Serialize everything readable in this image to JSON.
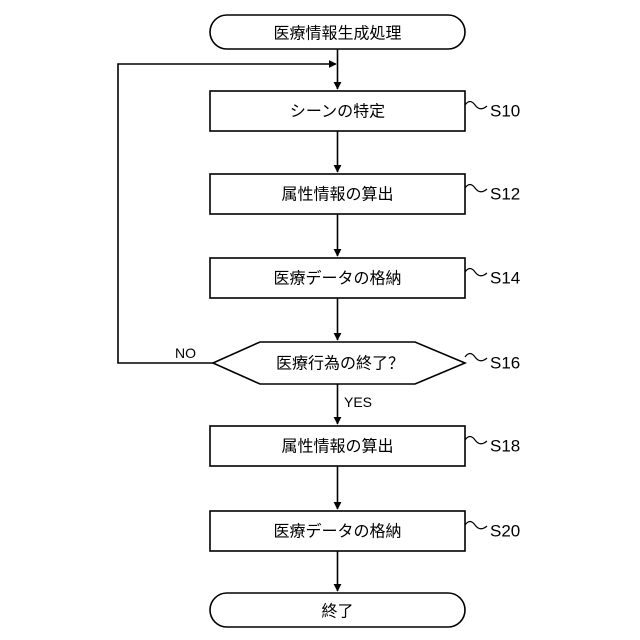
{
  "start": {
    "label": "医療情報生成処理"
  },
  "steps": [
    {
      "label": "シーンの特定",
      "id": "S10"
    },
    {
      "label": "属性情報の算出",
      "id": "S12"
    },
    {
      "label": "医療データの格納",
      "id": "S14"
    },
    {
      "label": "医療行為の終了？",
      "id": "S16"
    },
    {
      "label": "属性情報の算出",
      "id": "S18"
    },
    {
      "label": "医療データの格納",
      "id": "S20"
    }
  ],
  "end": {
    "label": "終了"
  },
  "branches": {
    "no_label": "NO",
    "yes_label": "YES"
  }
}
